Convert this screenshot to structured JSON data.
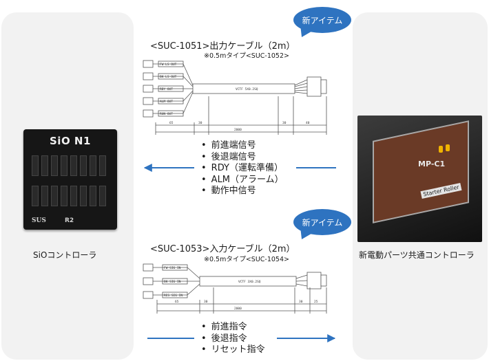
{
  "left_device": {
    "caption": "SiOコントローラ",
    "brand": "SiO N1",
    "maker": "SUS",
    "model": "R2"
  },
  "right_device": {
    "caption": "新電動パーツ共通コントローラ",
    "model_label": "MP-C1",
    "sub_label": "Starter Roller"
  },
  "output_cable": {
    "badge": "新アイテム",
    "title": "<SUC-1051>出力ケーブル（2m）",
    "note": "※0.5mタイプ<SUC-1052>",
    "signals": [
      "前進端信号",
      "後退端信号",
      "RDY（運転準備）",
      "ALM（アラーム）",
      "動作中信号"
    ],
    "wire_labels": [
      "FW LS OUT",
      "BK LS OUT",
      "RDY OUT",
      "ALM OUT",
      "RUN OUT"
    ],
    "sheath_label": "VCTF 5X0.2SQ",
    "dim_total": "2000",
    "dim_parts": [
      "65",
      "30",
      "30",
      "40"
    ]
  },
  "input_cable": {
    "badge": "新アイテム",
    "title": "<SUC-1053>入力ケーブル（2m）",
    "note": "※0.5mタイプ<SUC-1054>",
    "signals": [
      "前進指令",
      "後退指令",
      "リセット指令"
    ],
    "wire_labels": [
      "FW SIG IN",
      "BK SIG IN",
      "RES SIG IN"
    ],
    "sheath_label": "VCTF 3X0.2SQ",
    "dim_total": "2000",
    "dim_parts": [
      "65",
      "30",
      "30",
      "25"
    ]
  },
  "colors": {
    "panel": "#f2f2f2",
    "arrow": "#2e73c0",
    "badge": "#2e73c0"
  }
}
